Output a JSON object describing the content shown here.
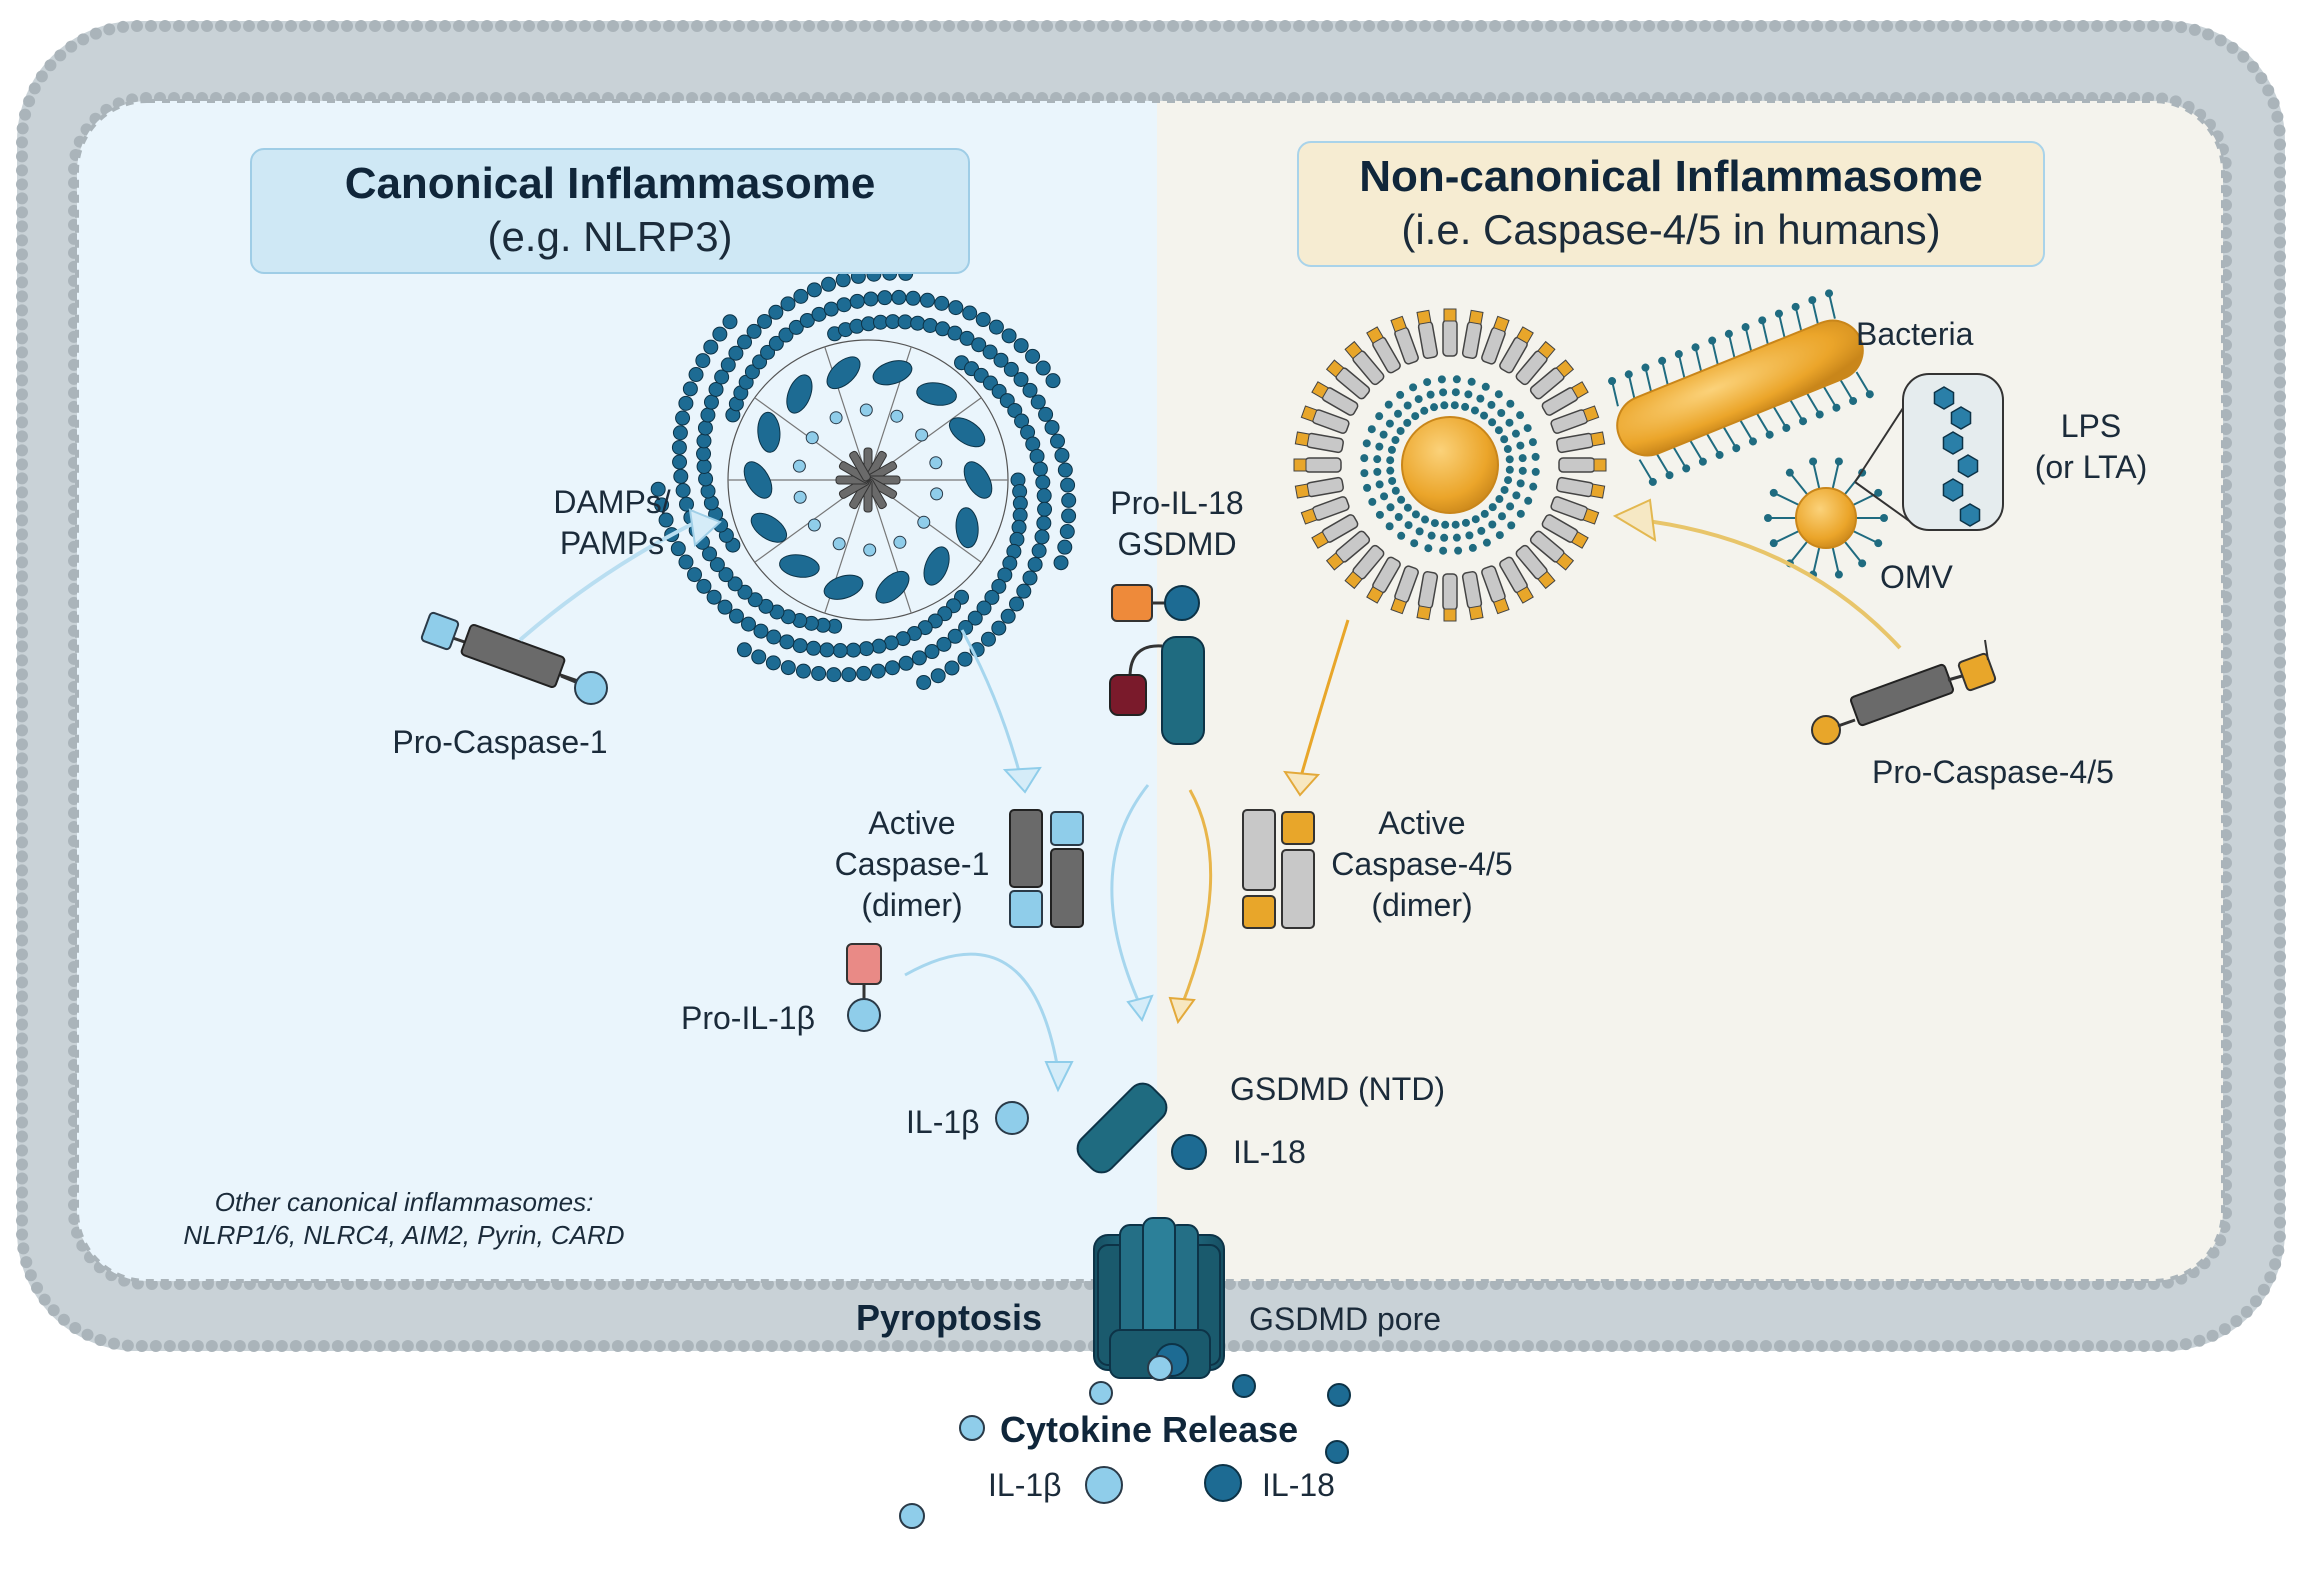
{
  "canonical": {
    "title": "Canonical Inflammasome",
    "subtitle": "(e.g. NLRP3)",
    "damps_line1": "DAMPs/",
    "damps_line2": "PAMPs",
    "pro_caspase1": "Pro-Caspase-1",
    "active_line1": "Active",
    "active_line2": "Caspase-1",
    "active_line3": "(dimer)",
    "pro_il1b": "Pro-IL-1β",
    "il1b": "IL-1β",
    "other_line1": "Other canonical inflammasomes:",
    "other_line2": "NLRP1/6, NLRC4, AIM2, Pyrin, CARD"
  },
  "noncanonical": {
    "title": "Non-canonical Inflammasome",
    "subtitle": "(i.e. Caspase-4/5 in humans)",
    "bacteria": "Bacteria",
    "lps_line1": "LPS",
    "lps_line2": "(or LTA)",
    "omv": "OMV",
    "pro_caspase45": "Pro-Caspase-4/5",
    "active_line1": "Active",
    "active_line2": "Caspase-4/5",
    "active_line3": "(dimer)"
  },
  "shared": {
    "pro_il18": "Pro-IL-18",
    "gsdmd": "GSDMD",
    "gsdmd_ntd": "GSDMD (NTD)",
    "il18": "IL-18",
    "pyroptosis": "Pyroptosis",
    "gsdmd_pore": "GSDMD pore",
    "cytokine_release": "Cytokine Release",
    "released_il1b": "IL-1β",
    "released_il18": "IL-18"
  },
  "colors": {
    "canonical_bg": "#eaf5fc",
    "noncanonical_bg": "#f4f3ed",
    "membrane": "#c9d2d7",
    "membrane_bead": "#aab4ba",
    "gsdmd_teal": "#1f6b80",
    "il18_blue": "#1d6b93",
    "light_blue": "#8fcdea",
    "caspase_gray": "#6a6a6a",
    "orange": "#e8a62a",
    "salmon": "#e98a86",
    "maroon": "#7a1a2b",
    "arrow_blue": "#a6d6ee",
    "arrow_orange": "#e8b54a"
  }
}
